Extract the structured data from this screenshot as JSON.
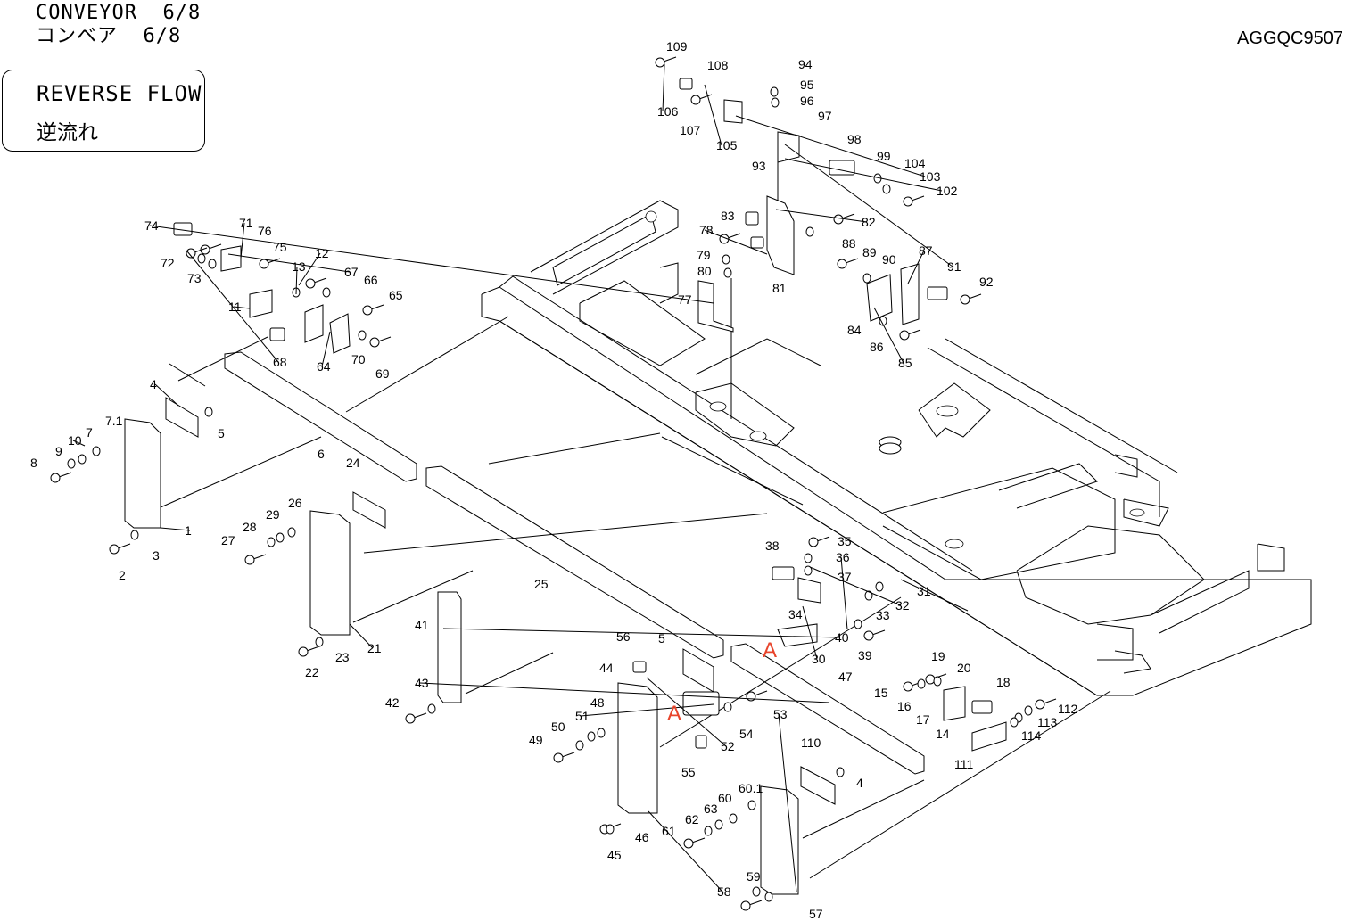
{
  "header": {
    "title_en": "CONVEYOR  6/8",
    "title_jp": "コンベア  6/8",
    "doc_code": "AGGQC9507"
  },
  "section_box": {
    "title_en": "REVERSE FLOW",
    "title_jp": "逆流れ"
  },
  "markers": [
    "A",
    "A"
  ],
  "part_labels": [
    "1",
    "2",
    "3",
    "4",
    "5",
    "6",
    "7",
    "7.1",
    "8",
    "9",
    "10",
    "11",
    "12",
    "13",
    "19",
    "20",
    "15",
    "16",
    "17",
    "14",
    "18",
    "112",
    "113",
    "114",
    "111",
    "21",
    "22",
    "23",
    "24",
    "25",
    "26",
    "27",
    "28",
    "29",
    "30",
    "31",
    "32",
    "33",
    "34",
    "35",
    "36",
    "37",
    "38",
    "39",
    "40",
    "41",
    "42",
    "43",
    "44",
    "45",
    "46",
    "47",
    "48",
    "49",
    "50",
    "51",
    "52",
    "53",
    "54",
    "55",
    "56",
    "57",
    "58",
    "59",
    "60",
    "60.1",
    "61",
    "62",
    "63",
    "64",
    "65",
    "66",
    "67",
    "68",
    "69",
    "70",
    "71",
    "72",
    "73",
    "74",
    "75",
    "76",
    "77",
    "78",
    "79",
    "80",
    "81",
    "82",
    "83",
    "84",
    "85",
    "86",
    "87",
    "88",
    "89",
    "90",
    "91",
    "92",
    "93",
    "94",
    "95",
    "96",
    "97",
    "98",
    "99",
    "102",
    "103",
    "104",
    "105",
    "106",
    "107",
    "108",
    "109",
    "110",
    "4",
    "5",
    "24"
  ]
}
